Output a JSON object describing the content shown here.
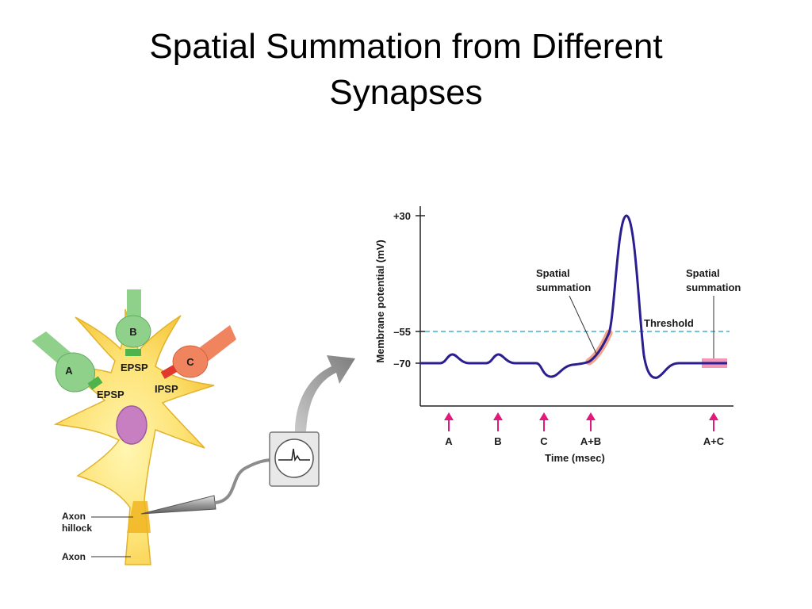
{
  "title": {
    "line1": "Spatial Summation from Different",
    "line2": "Synapses"
  },
  "neuron": {
    "synapses": [
      {
        "label": "A",
        "type": "EPSP",
        "color": "#8fd18b"
      },
      {
        "label": "B",
        "type": "EPSP",
        "color": "#8fd18b"
      },
      {
        "label": "C",
        "type": "IPSP",
        "color": "#f0845e"
      }
    ],
    "receptor_labels": {
      "a": "EPSP",
      "b": "EPSP",
      "c": "IPSP"
    },
    "axon_hillock_label": [
      "Axon",
      "hillock"
    ],
    "axon_label": "Axon",
    "soma_color": "#fcd74a",
    "nucleus_color": "#c77fc1"
  },
  "chart_data": {
    "type": "line",
    "ylabel": "Membrane potential (mV)",
    "xlabel": "Time (msec)",
    "y_ticks": [
      "+30",
      "–55",
      "–70"
    ],
    "threshold": {
      "value": -55,
      "label": "Threshold"
    },
    "stimuli": [
      "A",
      "B",
      "C",
      "A+B",
      "A+C"
    ],
    "annotations": [
      {
        "lines": [
          "Spatial",
          "summation"
        ],
        "at": "A+B"
      },
      {
        "lines": [
          "Spatial",
          "summation"
        ],
        "at": "A+C"
      }
    ],
    "series": [
      {
        "color": "#2b1f8f",
        "points": [
          {
            "event": "start",
            "mV": -70
          },
          {
            "event": "A",
            "mV": -65
          },
          {
            "event": "B",
            "mV": -65
          },
          {
            "event": "C",
            "mV": -76
          },
          {
            "event": "A+B",
            "mV": -55
          },
          {
            "event": "peak",
            "mV": 30
          },
          {
            "event": "undershoot",
            "mV": -77
          },
          {
            "event": "A+C",
            "mV": -70
          }
        ]
      }
    ]
  },
  "colors": {
    "trace": "#2b1f8f",
    "threshold": "#3fb4c9",
    "stim_arrow": "#e2187a",
    "highlight": "#f2a48c",
    "highlight_ac": "#f28cb0",
    "arrow_gray": "#8a8a8a"
  }
}
